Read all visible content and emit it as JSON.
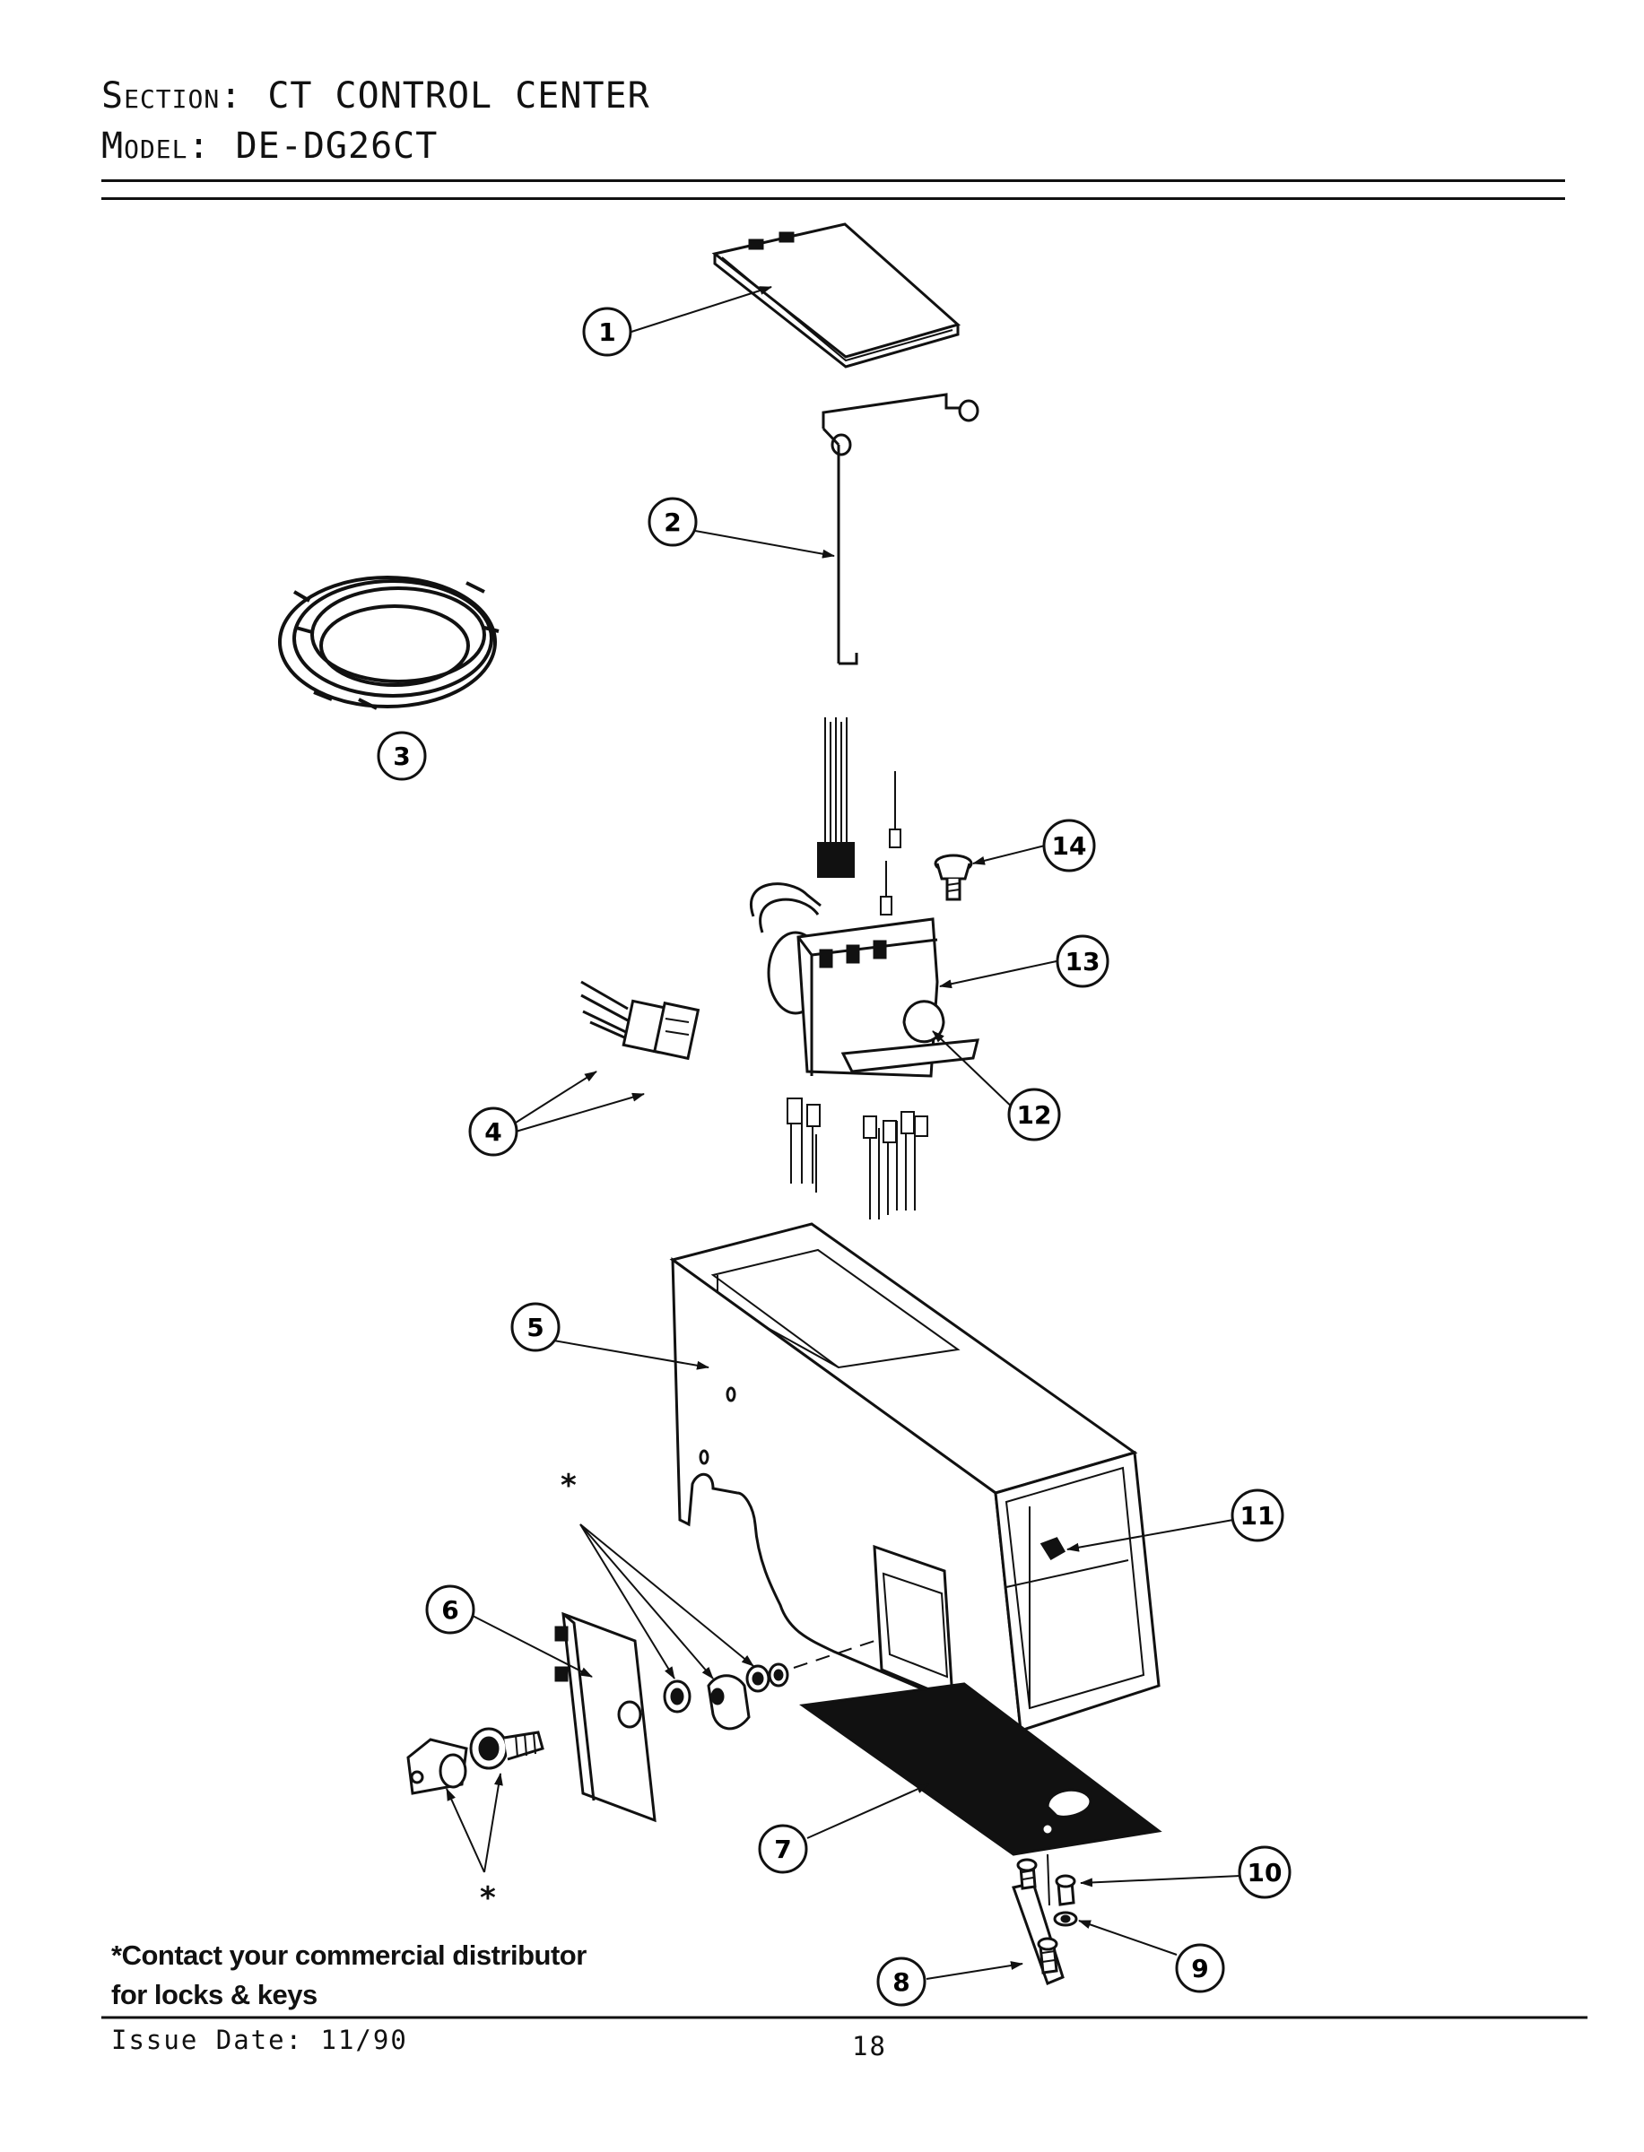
{
  "header": {
    "section_label": "Section:",
    "section_value": "CT CONTROL CENTER",
    "model_label": "Model:",
    "model_value": "DE-DG26CT"
  },
  "callouts": [
    "1",
    "2",
    "3",
    "4",
    "5",
    "6",
    "7",
    "8",
    "9",
    "10",
    "11",
    "12",
    "13",
    "14"
  ],
  "asterisk": "*",
  "footnote": {
    "line1": "*Contact your commercial distributor",
    "line2": "for locks & keys"
  },
  "footer": {
    "issue_date": "Issue Date: 11/90",
    "page_number": "18"
  },
  "colors": {
    "ink": "#111111",
    "paper": "#ffffff"
  }
}
